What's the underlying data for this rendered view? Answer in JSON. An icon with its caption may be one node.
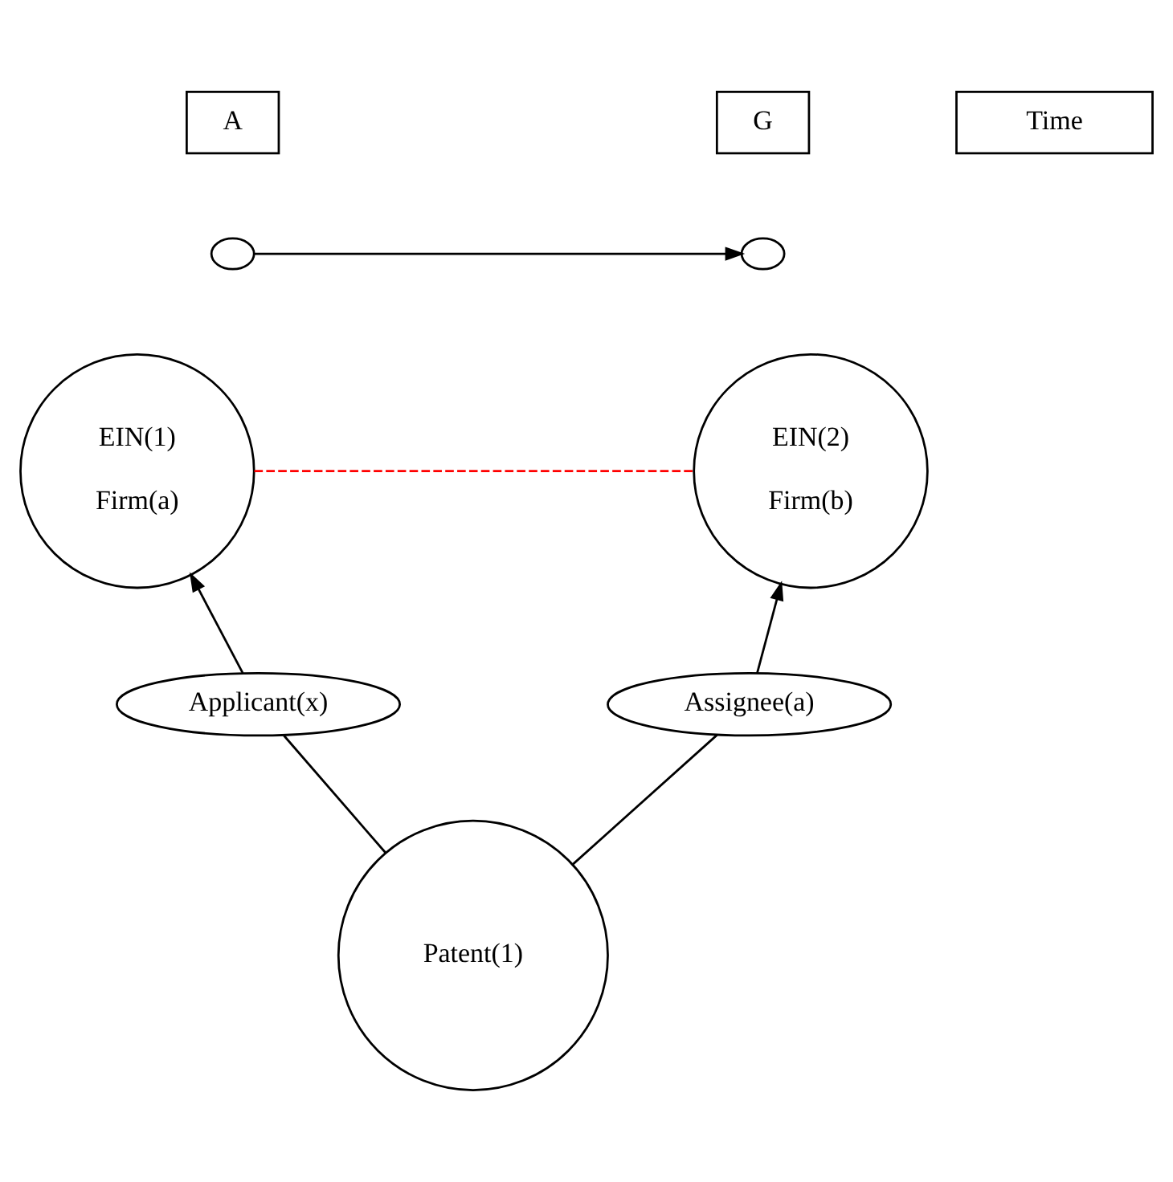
{
  "diagram": {
    "nodes": [
      {
        "text": [
          "A"
        ]
      },
      {
        "text": [
          "Time"
        ]
      },
      {
        "text": [
          "G"
        ]
      },
      {
        "text": [],
        "shape": "circle"
      },
      {
        "text": [],
        "shape": "circle"
      },
      {
        "text": [
          "EIN(1)",
          "Firm(a)"
        ]
      },
      {
        "text": [
          "EIN(2)",
          "Firm(b)"
        ]
      },
      {
        "text": [
          "Applicant(x)"
        ]
      },
      {
        "text": [
          "Assignee(a)"
        ]
      },
      {
        "text": [
          "Patent(1)"
        ]
      }
    ],
    "edges": [
      {
        "from": 3,
        "to": 4,
        "arrow": "to"
      },
      {
        "from": 5,
        "to": 6,
        "arrow": "none",
        "style": "dashed",
        "color": "#ff0000"
      },
      {
        "from": 9,
        "to": 7,
        "arrow": "none"
      },
      {
        "from": 7,
        "to": 5,
        "arrow": "to"
      },
      {
        "from": 9,
        "to": 8,
        "arrow": "none"
      },
      {
        "from": 8,
        "to": 6,
        "arrow": "to"
      }
    ]
  }
}
